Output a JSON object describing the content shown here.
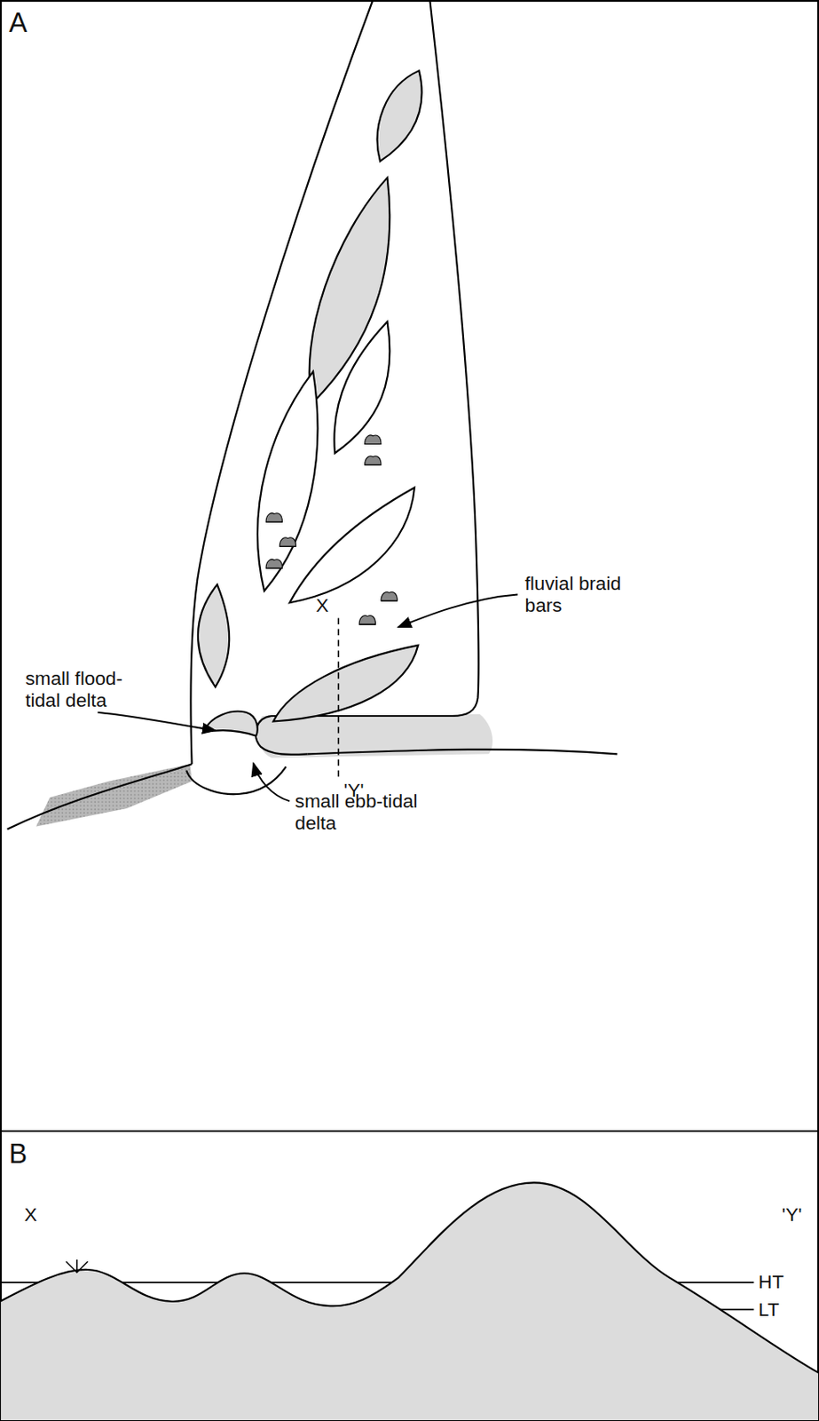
{
  "diagram": {
    "labels": [
      "A",
      "fluvial braid bars",
      "small flood-tidal delta",
      "small ebb-tidal delta",
      "X",
      "'Y'",
      "B",
      "X",
      "'Y'",
      "HT",
      "LT"
    ]
  }
}
